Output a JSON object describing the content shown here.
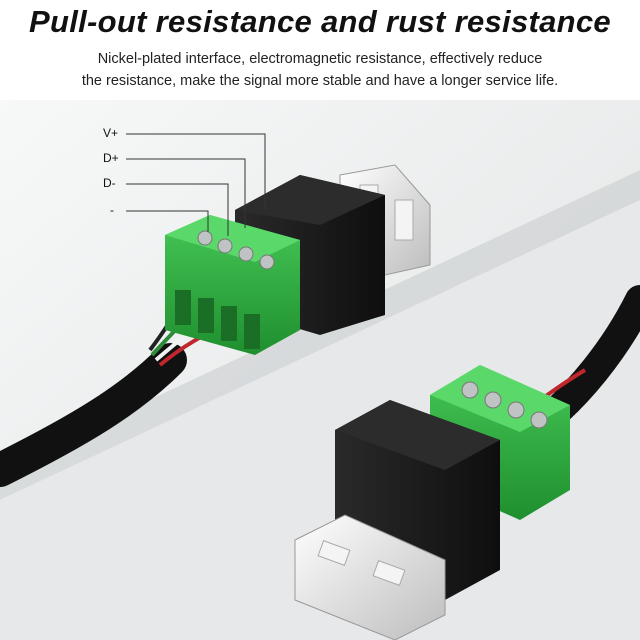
{
  "header": {
    "title": "Pull-out resistance and rust resistance",
    "subtitle_line1": "Nickel-plated interface, electromagnetic resistance, effectively reduce",
    "subtitle_line2": "the resistance, make the signal more stable and have a longer service life."
  },
  "pins": {
    "vplus": "V+",
    "dplus": "D+",
    "dminus": "D-",
    "gnd": "-"
  },
  "colors": {
    "terminal_green": "#2fae3f",
    "housing_black": "#1b1b1b",
    "usb_metal": "#d8d8d8",
    "cable_black": "#111111",
    "background_panel": "#e9ebec"
  }
}
